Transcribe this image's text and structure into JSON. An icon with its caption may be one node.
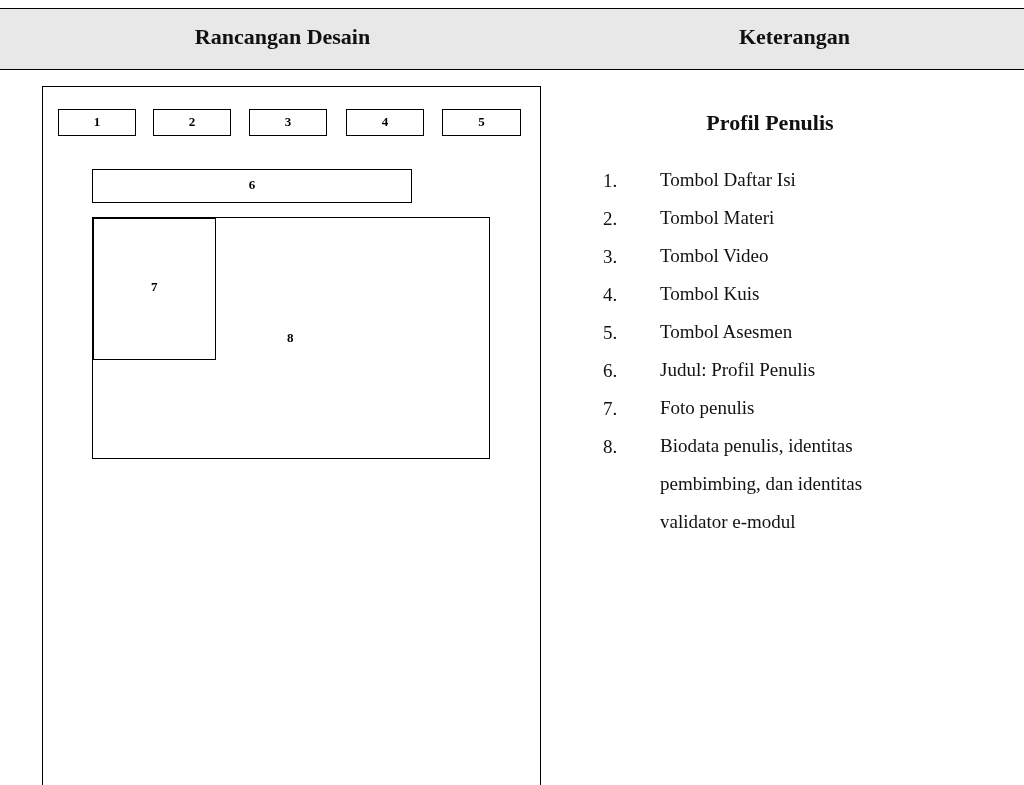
{
  "diagram": {
    "nodes": [
      {
        "text": [],
        "shape": "box"
      },
      {
        "text": [
          "1"
        ],
        "in": 0
      },
      {
        "text": [
          "2"
        ],
        "in": 0
      },
      {
        "text": [
          "3"
        ],
        "in": 0
      },
      {
        "text": [
          "4"
        ],
        "in": 0
      },
      {
        "text": [
          "5"
        ],
        "in": 0
      },
      {
        "text": [
          "6"
        ],
        "in": 0
      },
      {
        "text": [
          "8"
        ],
        "in": 0
      },
      {
        "text": [
          "7"
        ],
        "in": 7
      }
    ],
    "edges": [],
    "labels": [
      "Rancangan Desain",
      "Keterangan",
      "Profil Penulis",
      "1.",
      "Tombol Daftar Isi",
      "2.",
      "Tombol Materi",
      "3.",
      "Tombol Video",
      "4.",
      "Tombol Kuis",
      "5.",
      "Tombol Asesmen",
      "6.",
      "Judul: Profil Penulis",
      "7.",
      "Foto penulis",
      "8.",
      "Biodata penulis, identitas pembimbing, dan identitas validator e-modul"
    ]
  }
}
